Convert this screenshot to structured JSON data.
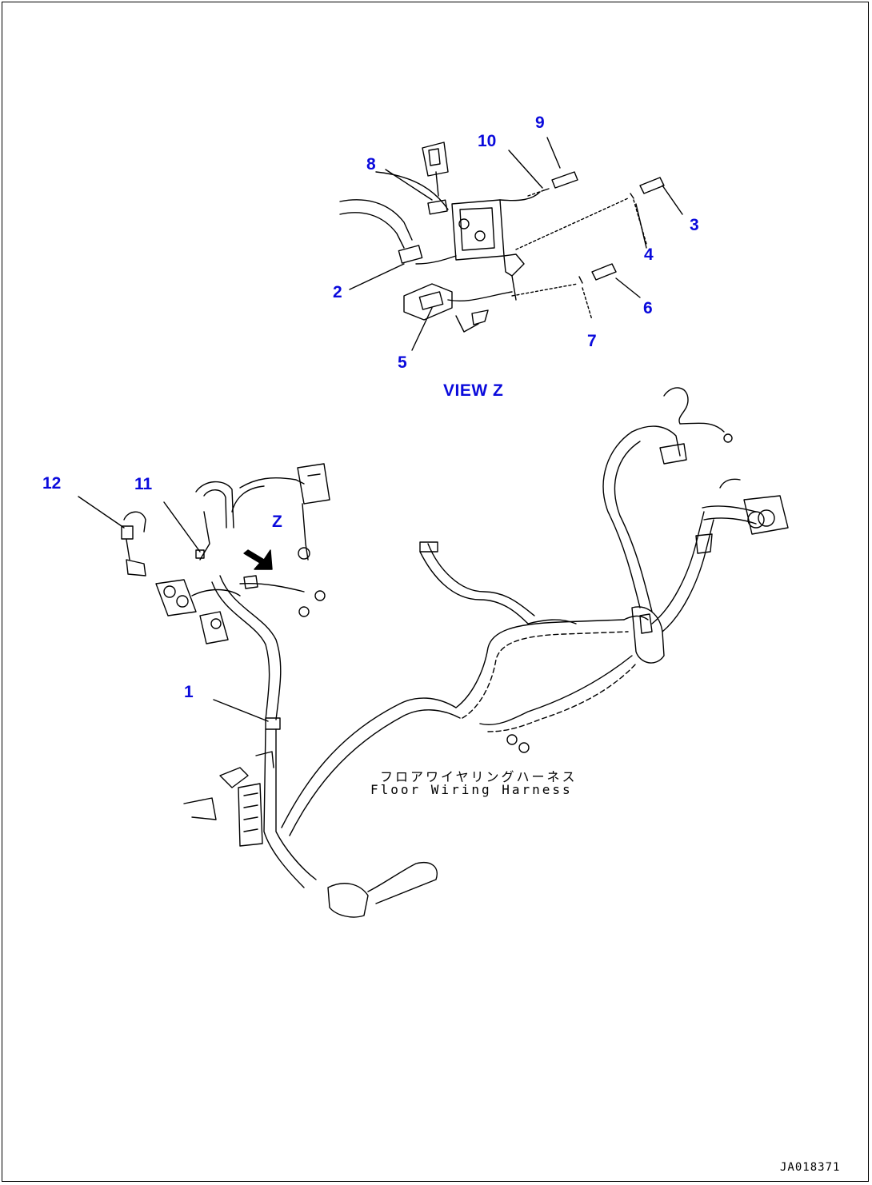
{
  "view_title": "VIEW Z",
  "view_marker": "Z",
  "callouts": [
    "1",
    "2",
    "3",
    "4",
    "5",
    "6",
    "7",
    "8",
    "9",
    "10",
    "11",
    "12"
  ],
  "harness_label_jp": "フロアワイヤリングハーネス",
  "harness_label_en": "Floor Wiring Harness",
  "drawing_id": "JA018371",
  "colors": {
    "callout": "#0a0adc",
    "line": "#000000",
    "background": "#ffffff"
  }
}
